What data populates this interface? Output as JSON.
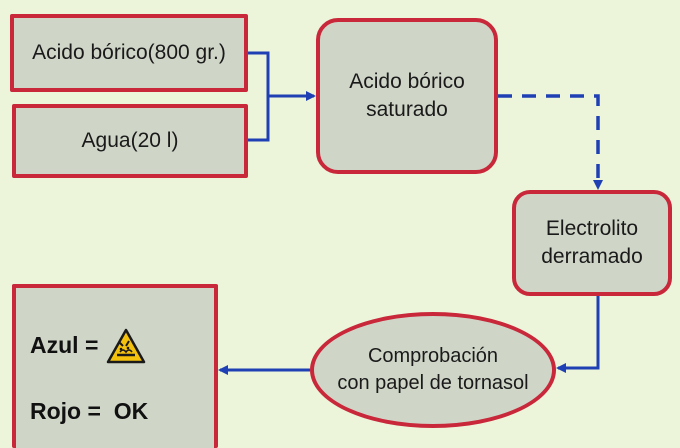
{
  "diagram": {
    "input_acid": "Acido bórico(800 gr.)",
    "input_water": "Agua(20 l)",
    "saturated_line1": "Acido bórico",
    "saturated_line2": "saturado",
    "spilled_line1": "Electrolito",
    "spilled_line2": "derramado",
    "test_line1": "Comprobación",
    "test_line2": "con papel de tornasol",
    "result_blue_label": "Azul =",
    "result_red_label": "Rojo =  OK",
    "warning_icon": "corrosive-hazard-icon"
  },
  "colors": {
    "background": "#ecf4da",
    "box_fill": "#cfd6c8",
    "box_border": "#c9273a",
    "arrow": "#1f3fb5",
    "warning_yellow": "#f4c20d"
  }
}
